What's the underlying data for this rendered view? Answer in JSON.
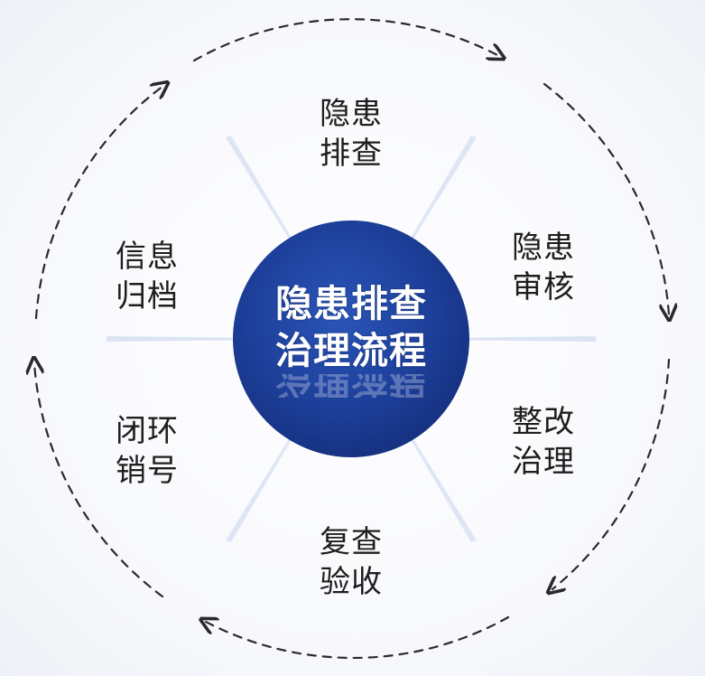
{
  "center": {
    "line1": "隐患排查",
    "line2": "治理流程",
    "color": "#1d3f9a"
  },
  "steps": [
    {
      "line1": "隐患",
      "line2": "排查"
    },
    {
      "line1": "隐患",
      "line2": "审核"
    },
    {
      "line1": "整改",
      "line2": "治理"
    },
    {
      "line1": "复查",
      "line2": "验收"
    },
    {
      "line1": "闭环",
      "line2": "销号"
    },
    {
      "line1": "信息",
      "line2": "归档"
    }
  ],
  "cycle_direction": "clockwise"
}
